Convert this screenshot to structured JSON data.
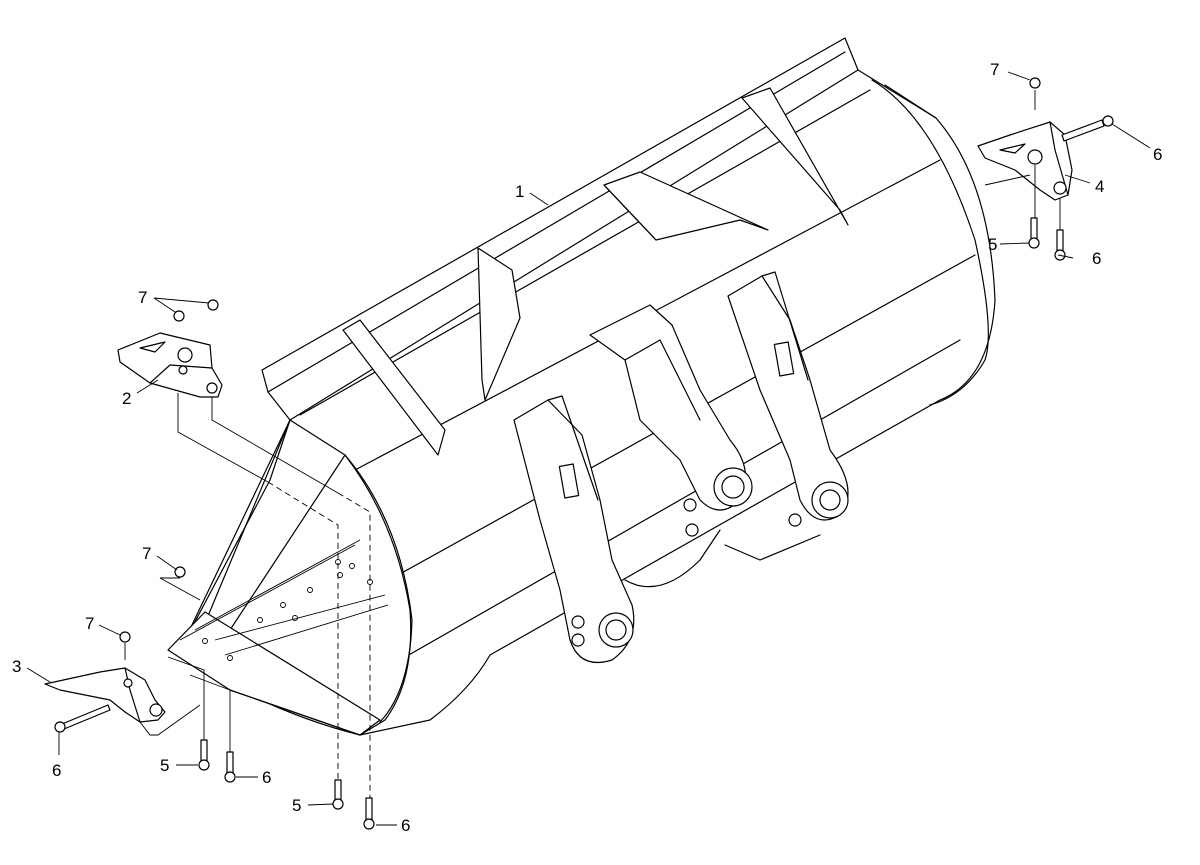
{
  "diagram": {
    "callouts": [
      {
        "id": "c1",
        "text": "1"
      },
      {
        "id": "c2",
        "text": "2"
      },
      {
        "id": "c3",
        "text": "3"
      },
      {
        "id": "c4",
        "text": "4"
      },
      {
        "id": "c5a",
        "text": "5"
      },
      {
        "id": "c5b",
        "text": "5"
      },
      {
        "id": "c5c",
        "text": "5"
      },
      {
        "id": "c6a",
        "text": "6"
      },
      {
        "id": "c6b",
        "text": "6"
      },
      {
        "id": "c6c",
        "text": "6"
      },
      {
        "id": "c6d",
        "text": "6"
      },
      {
        "id": "c6e",
        "text": "6"
      },
      {
        "id": "c7a",
        "text": "7"
      },
      {
        "id": "c7b",
        "text": "7"
      },
      {
        "id": "c7c",
        "text": "7"
      },
      {
        "id": "c7d",
        "text": "7"
      }
    ]
  }
}
